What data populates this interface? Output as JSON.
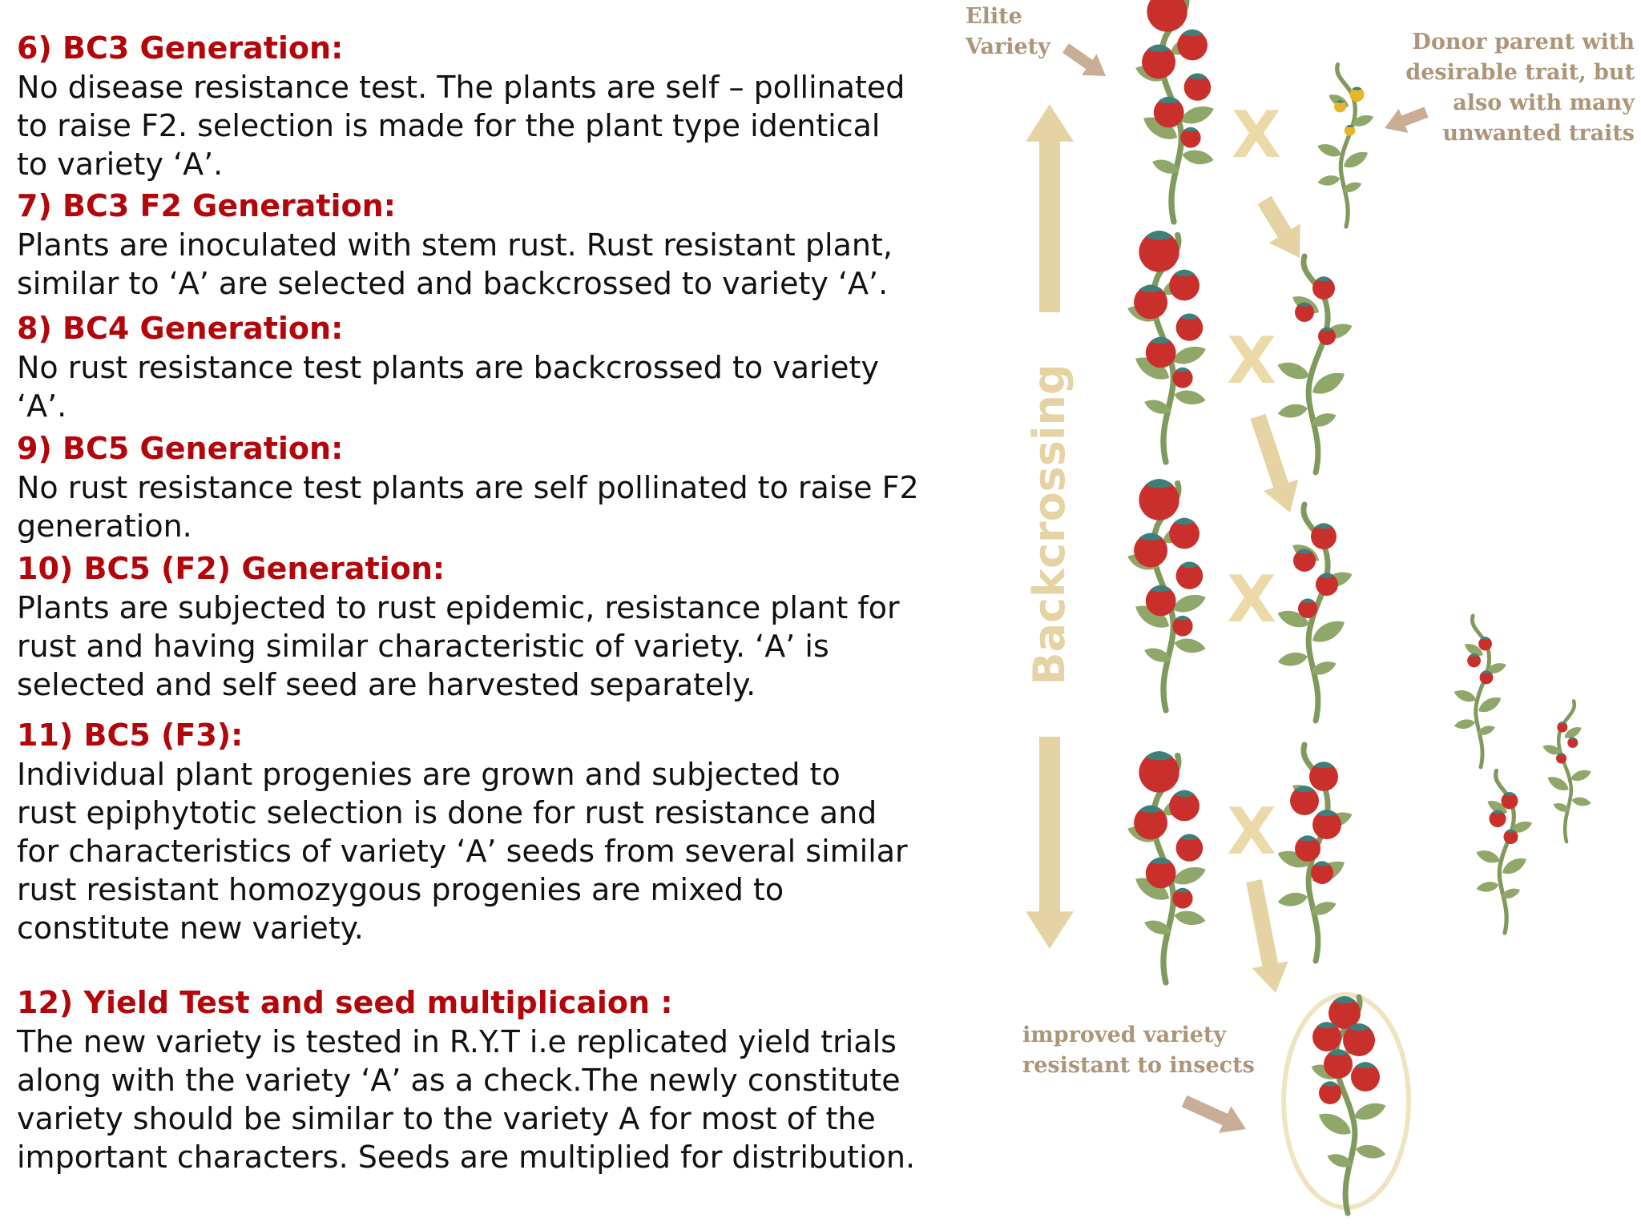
{
  "steps": [
    {
      "title": "6) BC3 Generation:",
      "lines": [
        "No disease resistance test. The plants are self – pollinated",
        "to raise F2. selection is made for the plant type identical",
        "to variety ‘A’."
      ]
    },
    {
      "title": "7) BC3 F2 Generation:",
      "lines": [
        "Plants are inoculated with stem rust. Rust resistant plant,",
        "similar to ‘A’ are selected and backcrossed to variety ‘A’."
      ]
    },
    {
      "title": "8) BC4 Generation:",
      "lines": [
        "No rust resistance test plants are backcrossed to variety",
        "‘A’."
      ]
    },
    {
      "title": "9) BC5 Generation:",
      "lines": [
        "No rust resistance test plants are self pollinated to raise F2",
        "generation."
      ]
    },
    {
      "title": "10) BC5 (F2) Generation:",
      "lines": [
        "Plants are subjected to rust epidemic, resistance plant for",
        "rust and having similar characteristic of variety. ‘A’ is",
        "selected and self seed are harvested separately."
      ]
    },
    {
      "title": "11) BC5 (F3):",
      "lines": [
        "Individual plant progenies are grown and subjected to",
        "rust epiphytotic selection is done for rust resistance and",
        "for characteristics of variety ‘A’ seeds from several similar",
        "rust resistant homozygous progenies are mixed to",
        "constitute new variety."
      ]
    },
    {
      "title": "12) Yield Test and seed  multiplicaion :",
      "lines": [
        "The new variety is tested in R.Y.T i.e replicated yield trials",
        "along with the variety ‘A’ as a check.The newly constitute",
        "variety should be similar to the variety A for most of the",
        "important characters. Seeds are multiplied for distribution."
      ]
    }
  ],
  "diagram": {
    "elite_label": [
      "Elite",
      "Variety"
    ],
    "donor_label": [
      "Donor parent with",
      "desirable trait, but",
      "also with many",
      "unwanted traits"
    ],
    "backcross_label": "Backcrossing",
    "cross_symbol": "X",
    "improved_label": [
      "improved variety",
      "resistant to insects"
    ]
  },
  "colors": {
    "heading": "#b3060b",
    "body_text": "#111111",
    "label": "#ad9577",
    "arrow": "#e6d3a3",
    "cross": "#ecd9a8",
    "fruit": "#c9302c",
    "leaf": "#8fa86a",
    "stem": "#7f9a5c",
    "calyx": "#3f7f7a",
    "donor_fruit": "#e8b52a",
    "ellipse": "#efe4bf"
  }
}
